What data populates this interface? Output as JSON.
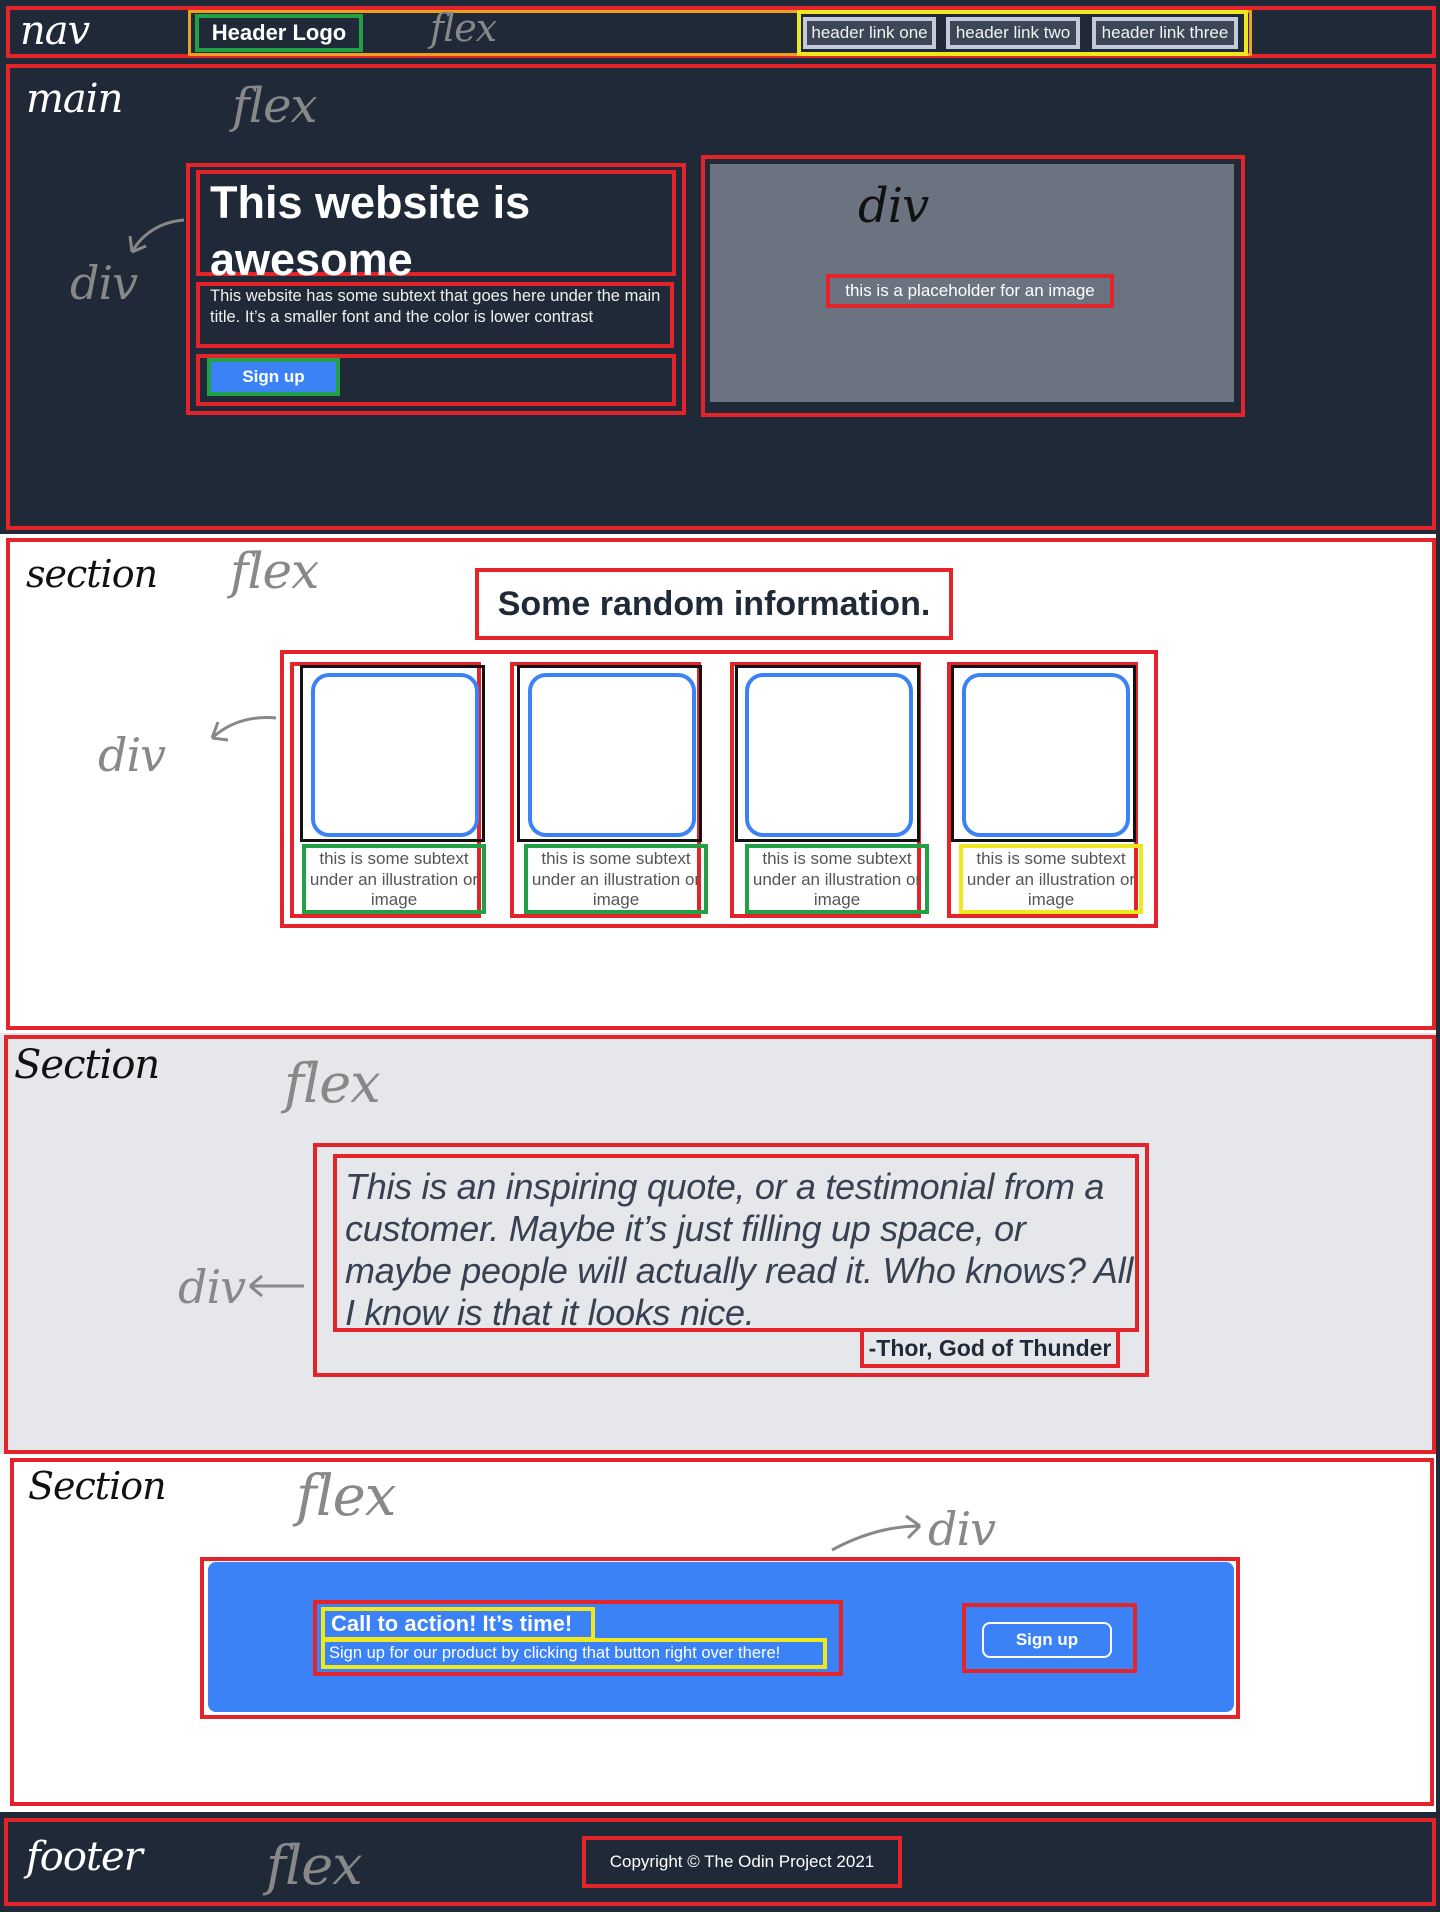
{
  "annotations": {
    "nav_label": "nav",
    "nav_flex": "flex",
    "main_label": "main",
    "main_flex": "flex",
    "main_div_left": "div",
    "main_div_right": "div",
    "info_section_label": "section",
    "info_flex": "flex",
    "info_div": "div",
    "quote_section_label": "Section",
    "quote_flex": "flex",
    "quote_div": "div",
    "cta_section_label": "Section",
    "cta_flex": "flex",
    "cta_div": "div",
    "footer_label": "footer",
    "footer_flex": "flex"
  },
  "nav": {
    "logo": "Header Logo",
    "links": [
      "header link one",
      "header link two",
      "header link three"
    ]
  },
  "hero": {
    "title": "This website is awesome",
    "subtext": "This website has some subtext that goes here under the main title.  It’s a smaller font and the color is lower contrast",
    "button": "Sign up",
    "image_placeholder": "this is a placeholder for an image"
  },
  "info": {
    "title": "Some random information.",
    "cards": [
      {
        "text": "this is some subtext under an illustration or image"
      },
      {
        "text": "this is some subtext under an illustration or image"
      },
      {
        "text": "this is some subtext under an illustration or image"
      },
      {
        "text": "this is some subtext under an illustration or image"
      }
    ]
  },
  "quote": {
    "text": "This is an inspiring quote, or a testimonial from a customer.  Maybe it’s just filling up space, or maybe people will actually read it. Who knows?  All I know is that it looks nice.",
    "author": "-Thor, God of Thunder"
  },
  "cta": {
    "title": "Call to action! It’s time!",
    "subtext": "Sign up for our product by clicking that button right over there!",
    "button": "Sign up"
  },
  "footer": {
    "copyright": "Copyright  ©  The Odin Project 2021"
  },
  "colors": {
    "dark": "#1f2937",
    "blue": "#3b82f6",
    "gray_image": "#6b7280",
    "light_gray": "#e5e7eb",
    "outline_red": "#e3242b",
    "outline_green": "#22a045",
    "outline_yellow": "#f0e81e"
  }
}
